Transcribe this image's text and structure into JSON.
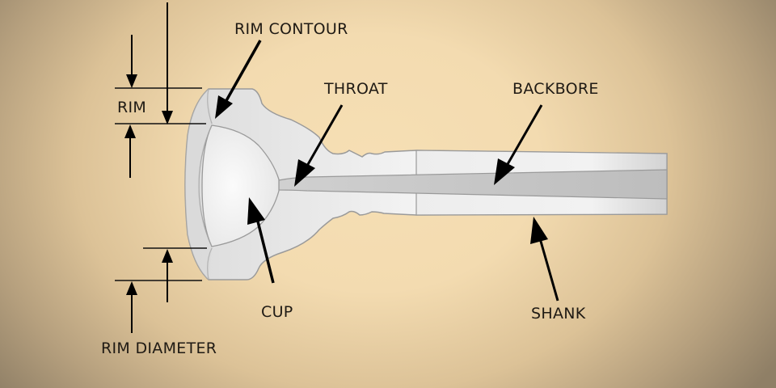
{
  "diagram": {
    "title": "Trumpet mouthpiece anatomy",
    "labels": {
      "rim_contour": "RIM CONTOUR",
      "throat": "THROAT",
      "backbore": "BACKBORE",
      "rim": "RIM",
      "cup": "CUP",
      "shank": "SHANK",
      "rim_diameter": "RIM DIAMETER"
    },
    "colors": {
      "text": "#1f1a14",
      "arrow": "#000000",
      "body_fill": "#ececec",
      "body_outline": "#9a9a9a",
      "bore_fill": "#c9c9c9",
      "background_center": "#f6dfb4",
      "background_edge": "#8f7f66"
    }
  }
}
